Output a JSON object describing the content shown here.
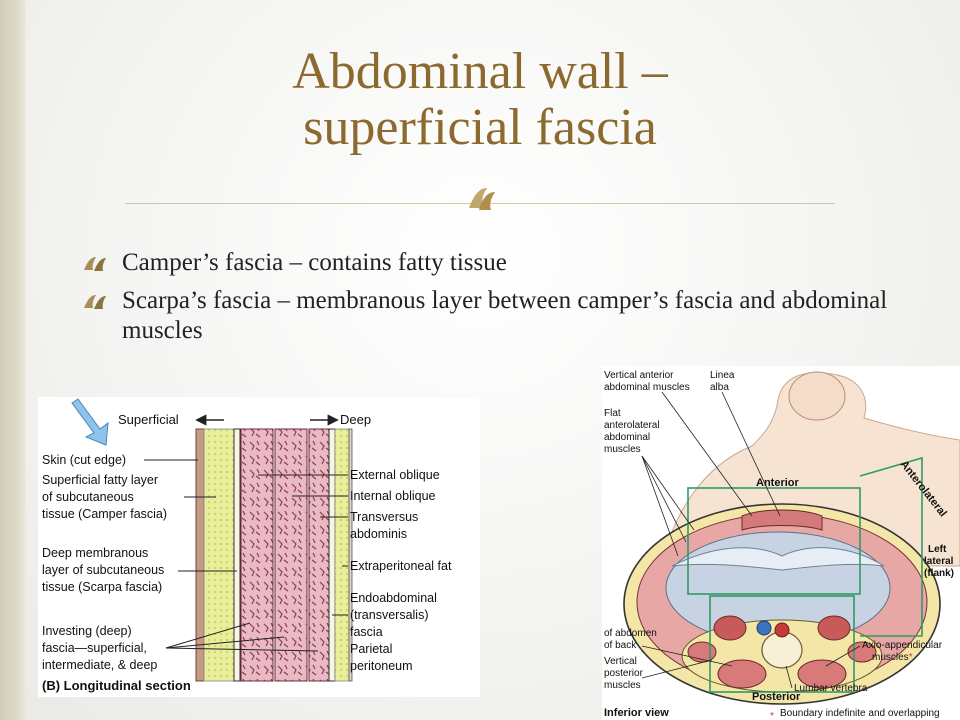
{
  "slide": {
    "title_line1": "Abdominal wall –",
    "title_line2": "superficial fascia",
    "bullets": [
      "Camper’s fascia – contains fatty tissue",
      "Scarpa’s fascia – membranous layer between camper’s fascia and abdominal muscles"
    ],
    "colors": {
      "title": "#8c6a2f",
      "accent": "#c2a66a",
      "left_bar": "#d9d6c2"
    }
  },
  "figure_left": {
    "superficial": "Superficial",
    "deep": "Deep",
    "left_labels": [
      "Skin (cut edge)",
      "Superficial fatty layer",
      "of subcutaneous",
      "tissue (Camper fascia)",
      "Deep membranous",
      "layer of subcutaneous",
      "tissue (Scarpa fascia)",
      "Investing (deep)",
      "fascia—superficial,",
      "intermediate, & deep"
    ],
    "right_labels": [
      "External oblique",
      "Internal oblique",
      "Transversus",
      "abdominis",
      "Extraperitoneal fat",
      "Endoabdominal",
      "(transversalis)",
      "fascia",
      "Parietal",
      "peritoneum"
    ],
    "caption": "(B) Longitudinal section"
  },
  "figure_right": {
    "labels_top": [
      "Vertical anterior",
      "abdominal muscles",
      "Linea",
      "alba"
    ],
    "labels_left": [
      "Flat",
      "anterolateral",
      "abdominal",
      "muscles"
    ],
    "anterior": "Anterior",
    "anterolateral": "Anterolateral",
    "left_lateral": [
      "Left",
      "lateral",
      "(flank)"
    ],
    "of_abdomen": [
      "of abdomen",
      "of back"
    ],
    "vertical_posterior": [
      "Vertical",
      "posterior",
      "muscles"
    ],
    "axio": [
      "Axio-appendicular",
      "muscles"
    ],
    "posterior": "Posterior",
    "lumbar": "Lumbar vertebra",
    "inferior_view": "Inferior view",
    "boundary_star": "*",
    "boundary": "Boundary indefinite and overlapping"
  }
}
